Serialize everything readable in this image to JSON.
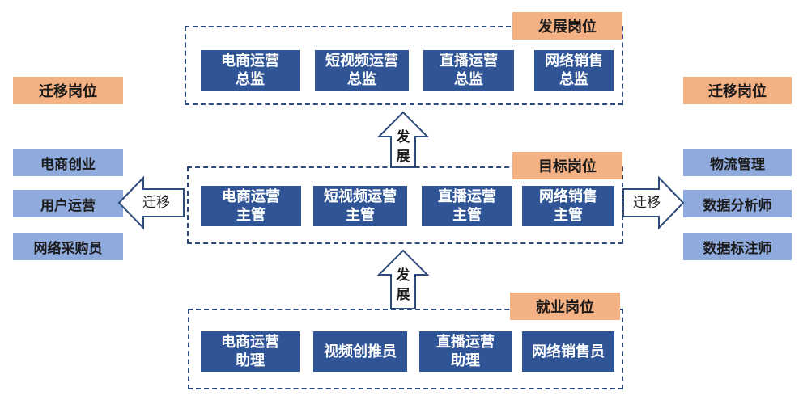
{
  "top_group": {
    "tag": "发展岗位",
    "jobs": [
      "电商运营\n总监",
      "短视频运营\n总监",
      "直播运营\n总监",
      "网络销售\n总监"
    ]
  },
  "middle_group": {
    "tag": "目标岗位",
    "jobs": [
      "电商运营\n主管",
      "短视频运营\n主管",
      "直播运营\n主管",
      "网络销售\n主管"
    ]
  },
  "bottom_group": {
    "tag": "就业岗位",
    "jobs": [
      "电商运营\n助理",
      "视频创推员",
      "直播运营\n助理",
      "网络销售员"
    ]
  },
  "left_side": {
    "tag": "迁移岗位",
    "items": [
      "电商创业",
      "用户运营",
      "网络采购员"
    ]
  },
  "right_side": {
    "tag": "迁移岗位",
    "items": [
      "物流管理",
      "数据分析师",
      "数据标注师"
    ]
  },
  "arrows": {
    "up_label": "发\n展",
    "migrate_label": "迁移"
  },
  "colors": {
    "tag": "#f4b183",
    "job": "#2f5597",
    "side": "#8faadc",
    "border": "#2e4a7a"
  }
}
